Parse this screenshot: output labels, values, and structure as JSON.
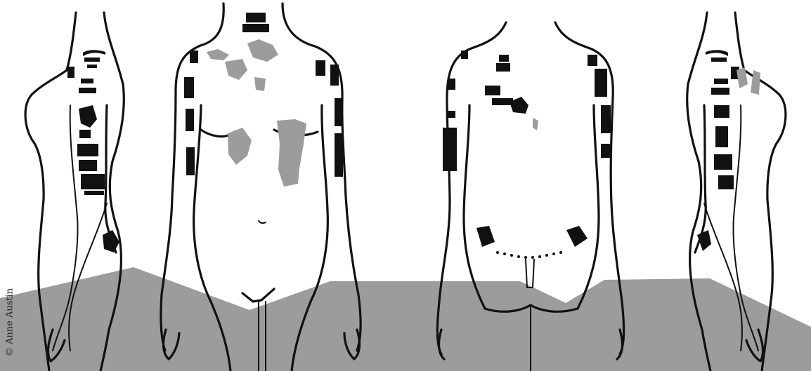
{
  "credit": "© Anne Austin",
  "colors": {
    "background": "#ffffff",
    "ground": "#9c9c9c",
    "outline": "#111111",
    "tattoo_ink": "#111111",
    "damaged_skin": "#9c9c9c"
  },
  "figures": [
    {
      "view": "left-side"
    },
    {
      "view": "front"
    },
    {
      "view": "back"
    },
    {
      "view": "right-side"
    }
  ]
}
